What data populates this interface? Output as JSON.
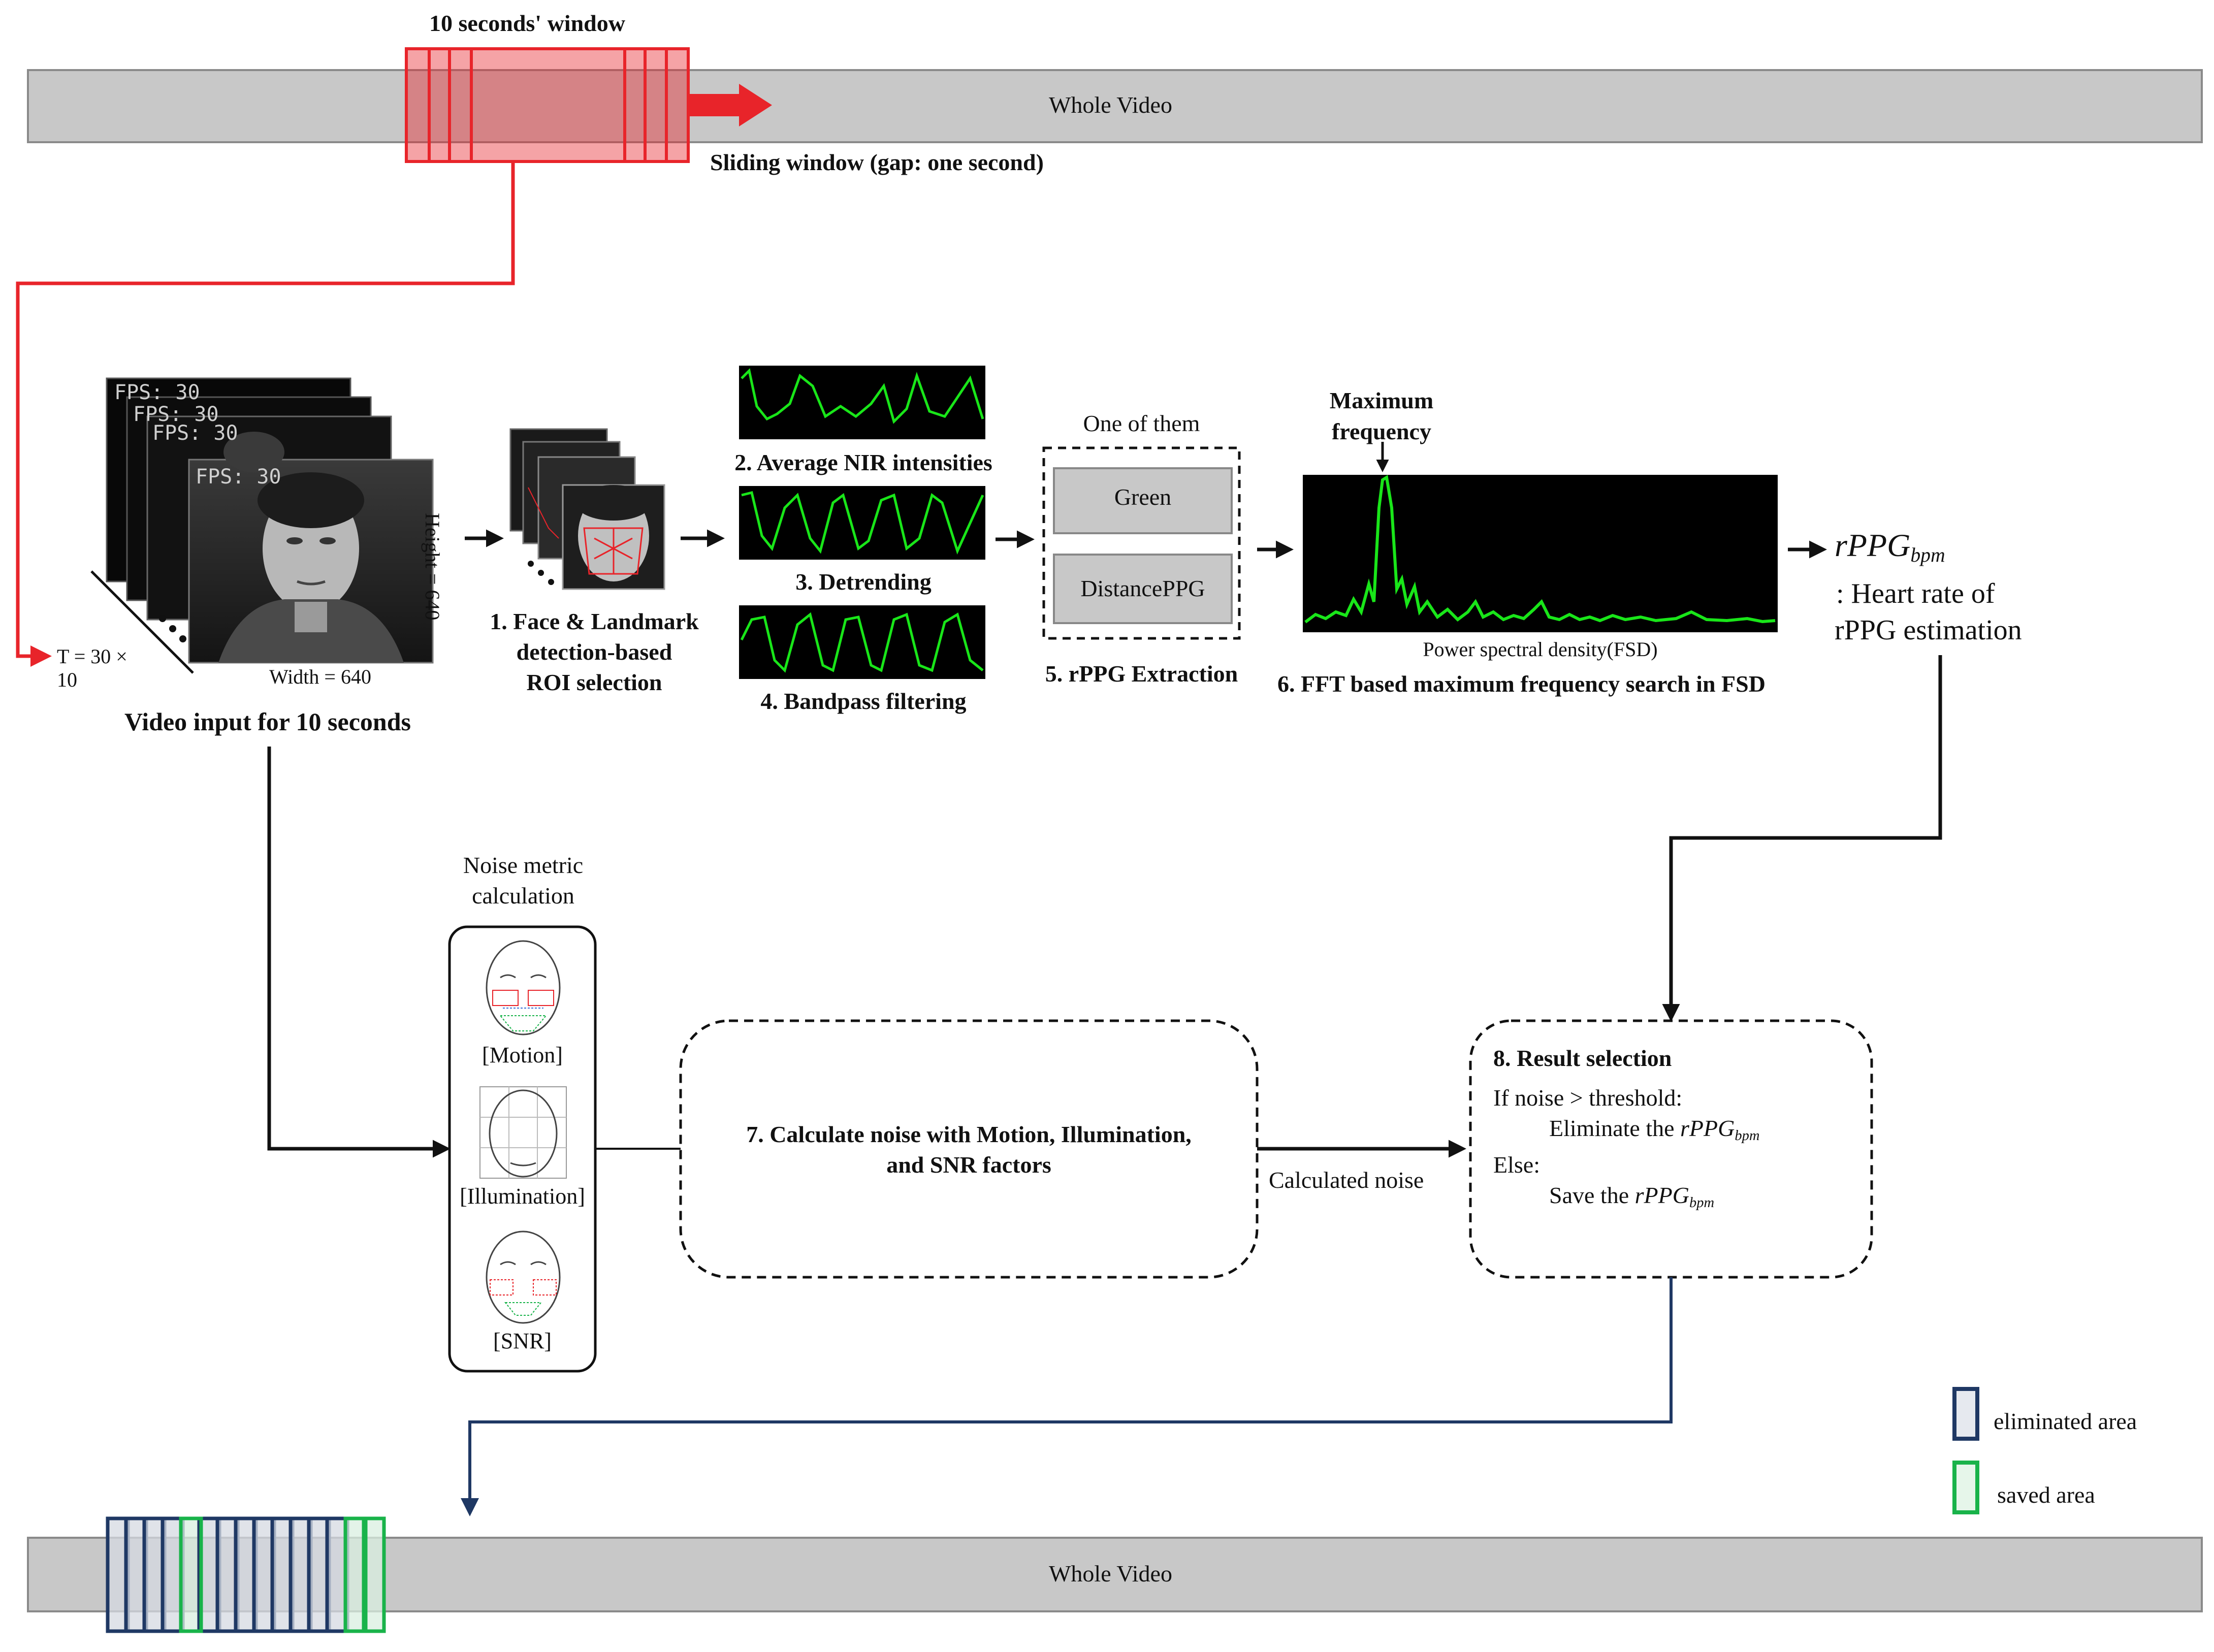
{
  "top_bar": {
    "label": "Whole Video",
    "window_caption": "10 seconds' window",
    "sliding_caption": "Sliding window (gap: one second)"
  },
  "video_input": {
    "fps_label": "FPS: 30",
    "height_label": "Height = 640",
    "width_label": "Width = 640",
    "time_label_line1": "T = 30 ×",
    "time_label_line2": "10",
    "caption": "Video input for 10 seconds"
  },
  "steps": {
    "roi": {
      "line1": "1. Face & Landmark",
      "line2": "detection-based",
      "line3": "ROI selection"
    },
    "average": "2. Average NIR intensities",
    "detrend": "3. Detrending",
    "bandpass": "4. Bandpass filtering",
    "extraction": {
      "header": "One of them",
      "option1": "Green",
      "option2": "DistancePPG",
      "caption": "5. rPPG Extraction"
    },
    "fft": {
      "peak_label_line1": "Maximum",
      "peak_label_line2": "frequency",
      "axis_label": "Power spectral density(FSD)",
      "caption": "6. FFT based maximum frequency search in FSD"
    }
  },
  "output": {
    "symbol": "rPPG",
    "subscript": "bpm",
    "desc_line1": ": Heart rate of",
    "desc_line2": "rPPG estimation"
  },
  "noise_metric": {
    "header_line1": "Noise metric",
    "header_line2": "calculation",
    "motion": "[Motion]",
    "illumination": "[Illumination]",
    "snr": "[SNR]"
  },
  "noise_calc": {
    "line1": "7. Calculate noise with Motion, Illumination,",
    "line2": "and SNR factors",
    "arrow_label": "Calculated noise"
  },
  "result": {
    "title": "8. Result selection",
    "cond": "If noise > threshold:",
    "eliminate": "Eliminate the",
    "else": "Else:",
    "save": "Save the",
    "symbol": "rPPG",
    "subscript": "bpm"
  },
  "legend": {
    "eliminated": "eliminated area",
    "saved": "saved area",
    "eliminated_color": "#1f3864",
    "saved_color": "#19b34a"
  },
  "bottom_bar": {
    "label": "Whole Video",
    "window_states": [
      "eliminated",
      "eliminated",
      "eliminated",
      "eliminated",
      "saved",
      "eliminated",
      "eliminated",
      "eliminated",
      "eliminated",
      "eliminated",
      "eliminated",
      "eliminated",
      "eliminated",
      "saved",
      "saved"
    ]
  },
  "colors": {
    "bar_fill": "#c8c8c8",
    "window_red": "#e8242a",
    "signal_green": "#19e619",
    "signal_bg": "#000000",
    "navy_line": "#1f3864"
  }
}
